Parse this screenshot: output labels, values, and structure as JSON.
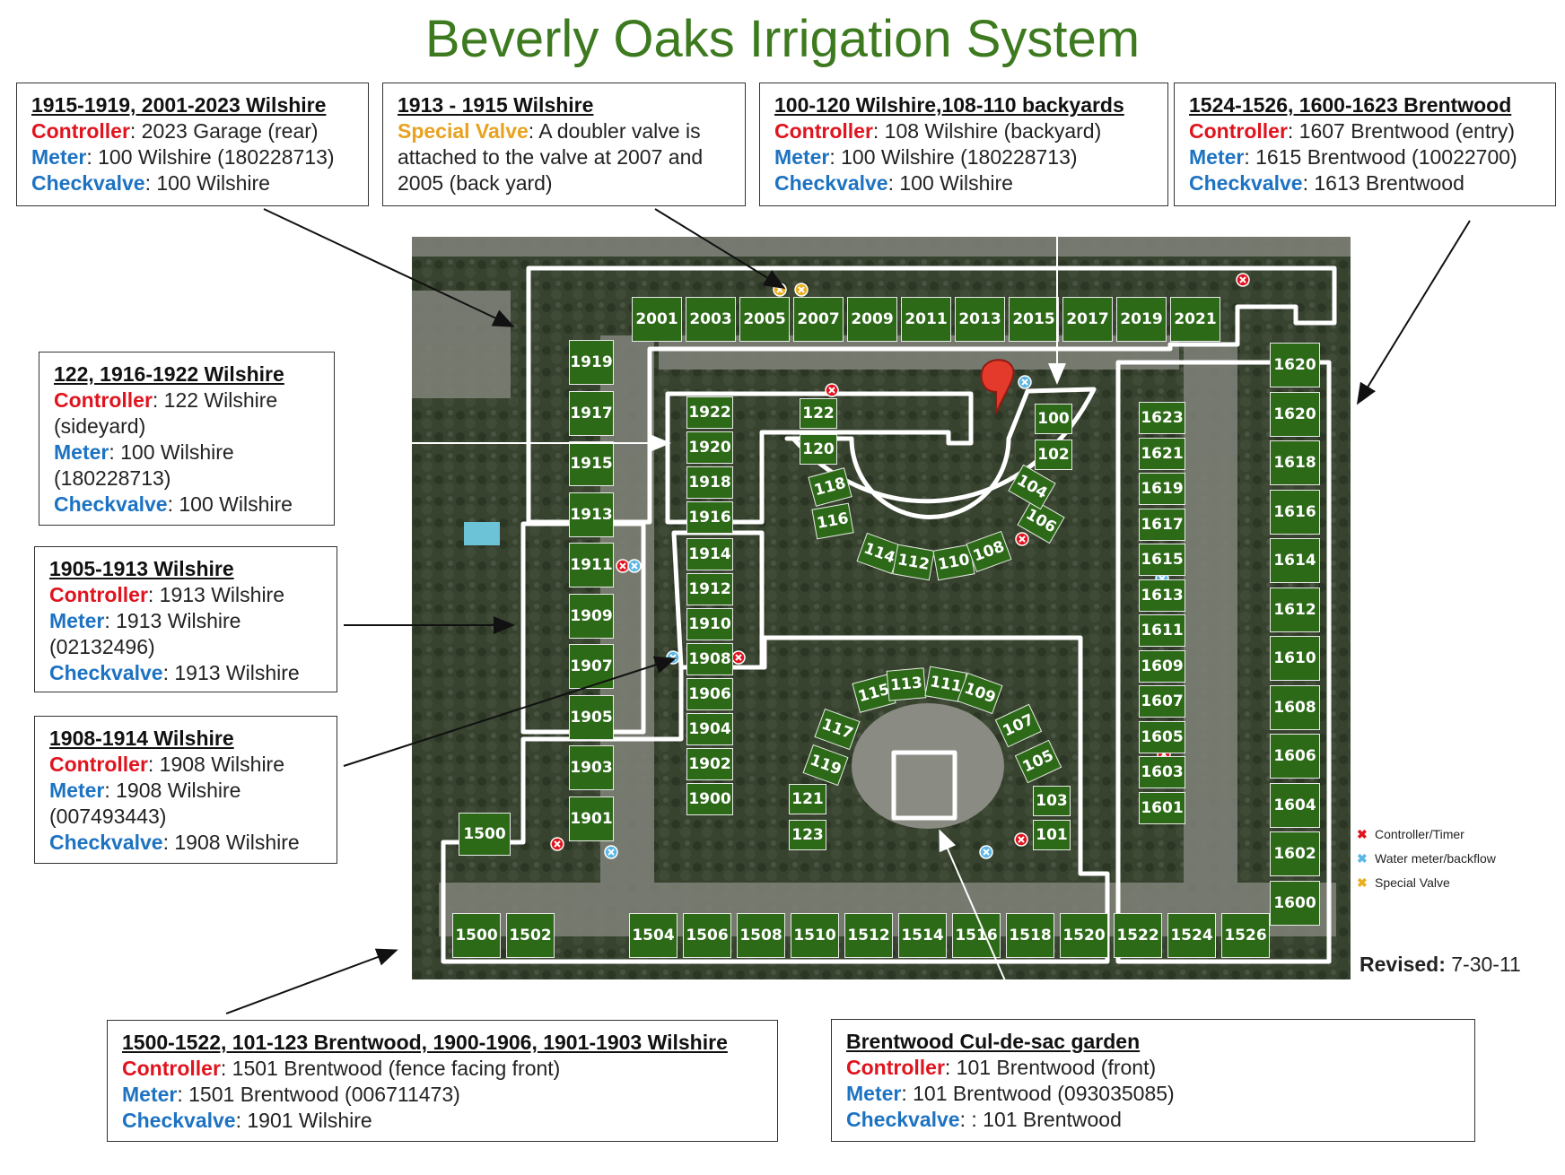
{
  "title": "Beverly Oaks Irrigation System",
  "colors": {
    "title": "#3d7a1f",
    "controller": "#e0141e",
    "meter": "#1d73c2",
    "special": "#e8a21f",
    "building": "#2d6a18"
  },
  "callouts": [
    {
      "heading": "1915-1919, 2001-2023 Wilshire",
      "lines": [
        {
          "key": "Controller",
          "val": ": 2023 Garage (rear)"
        },
        {
          "key": "Meter",
          "val": ": 100 Wilshire (180228713)"
        },
        {
          "key": "Checkvalve",
          "val": ": 100 Wilshire"
        }
      ]
    },
    {
      "heading": "1913 - 1915 Wilshire",
      "lines": [
        {
          "key": "Special Valve",
          "val": ": A doubler valve is"
        },
        {
          "key": "",
          "val": "attached to the valve at 2007 and"
        },
        {
          "key": "",
          "val": "2005 (back yard)"
        }
      ]
    },
    {
      "heading": "100-120 Wilshire,108-110 backyards",
      "lines": [
        {
          "key": "Controller",
          "val": ": 108 Wilshire (backyard)"
        },
        {
          "key": "Meter",
          "val": ": 100 Wilshire (180228713)"
        },
        {
          "key": "Checkvalve",
          "val": ": 100 Wilshire"
        }
      ]
    },
    {
      "heading": "1524-1526, 1600-1623 Brentwood",
      "lines": [
        {
          "key": "Controller",
          "val": ": 1607 Brentwood (entry)"
        },
        {
          "key": "Meter",
          "val": ": 1615 Brentwood (10022700)"
        },
        {
          "key": "Checkvalve",
          "val": ": 1613 Brentwood"
        }
      ]
    },
    {
      "heading": "122, 1916-1922 Wilshire",
      "lines": [
        {
          "key": "Controller",
          "val": ": 122 Wilshire"
        },
        {
          "key": "",
          "val": "(sideyard)"
        },
        {
          "key": "Meter",
          "val": ": 100 Wilshire"
        },
        {
          "key": "",
          "val": "(180228713)"
        },
        {
          "key": "Checkvalve",
          "val": ": 100 Wilshire"
        }
      ]
    },
    {
      "heading": "1905-1913 Wilshire",
      "lines": [
        {
          "key": "Controller",
          "val": ": 1913 Wilshire"
        },
        {
          "key": "Meter",
          "val": ": 1913 Wilshire"
        },
        {
          "key": "",
          "val": "(02132496)"
        },
        {
          "key": "Checkvalve",
          "val": ": 1913 Wilshire"
        }
      ]
    },
    {
      "heading": "1908-1914 Wilshire",
      "lines": [
        {
          "key": "Controller",
          "val": ": 1908 Wilshire"
        },
        {
          "key": "Meter",
          "val": ": 1908 Wilshire"
        },
        {
          "key": "",
          "val": "(007493443)"
        },
        {
          "key": "Checkvalve",
          "val": ": 1908 Wilshire"
        }
      ]
    },
    {
      "heading": "1500-1522, 101-123 Brentwood, 1900-1906, 1901-1903 Wilshire",
      "lines": [
        {
          "key": "Controller",
          "val": ": 1501 Brentwood (fence facing front)"
        },
        {
          "key": "Meter",
          "val": ": 1501 Brentwood (006711473)"
        },
        {
          "key": "Checkvalve",
          "val": ": 1901 Wilshire"
        }
      ]
    },
    {
      "heading": "Brentwood Cul-de-sac garden",
      "lines": [
        {
          "key": "Controller",
          "val": ": 101 Brentwood (front)"
        },
        {
          "key": "Meter",
          "val": ": 101 Brentwood (093035085)"
        },
        {
          "key": "Checkvalve",
          "val": ": : 101 Brentwood"
        }
      ]
    }
  ],
  "buildings": {
    "top_row": [
      "2001",
      "2003",
      "2005",
      "2007",
      "2009",
      "2011",
      "2013",
      "2015",
      "2017",
      "2019",
      "2021"
    ],
    "col_1900_odd": [
      "1919",
      "1917",
      "1915",
      "1913",
      "1911",
      "1909",
      "1907",
      "1905",
      "1903",
      "1901"
    ],
    "col_1900_even_upper": [
      "1922",
      "1920",
      "1918",
      "1916"
    ],
    "col_1900_even_lower": [
      "1914",
      "1912",
      "1910",
      "1908",
      "1906",
      "1904",
      "1902",
      "1900"
    ],
    "col_1600_left": [
      "1623",
      "1621",
      "1619",
      "1617",
      "1615",
      "1613",
      "1611",
      "1609",
      "1607",
      "1605",
      "1603",
      "1601"
    ],
    "col_1600_right": [
      "1620",
      "1620",
      "1618",
      "1616",
      "1614",
      "1612",
      "1610",
      "1608",
      "1606",
      "1604",
      "1602",
      "1600"
    ],
    "bottom_row": [
      "1500",
      "1502",
      "1504",
      "1506",
      "1508",
      "1510",
      "1512",
      "1514",
      "1516",
      "1518",
      "1520",
      "1522",
      "1524",
      "1526"
    ],
    "lone": [
      "1500"
    ],
    "upper_crescent": [
      "122",
      "120",
      "118",
      "116",
      "114",
      "112",
      "110",
      "108",
      "106",
      "104",
      "102",
      "100"
    ],
    "lower_crescent": [
      "115",
      "113",
      "111",
      "109",
      "117",
      "107",
      "119",
      "105",
      "121",
      "103",
      "123",
      "101"
    ]
  },
  "legend": [
    {
      "label": "Controller/Timer",
      "type": "controller"
    },
    {
      "label": "Water meter/backflow",
      "type": "meter"
    },
    {
      "label": "Special Valve",
      "type": "special"
    }
  ],
  "revised": {
    "label": "Revised:",
    "date": "7-30-11"
  }
}
